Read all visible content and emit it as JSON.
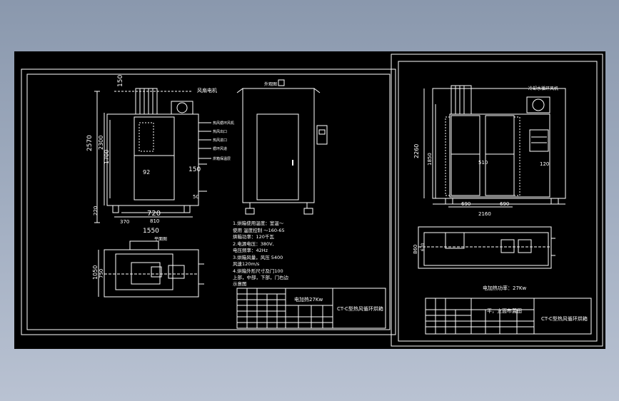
{
  "left_sheet": {
    "top_dims": {
      "d150": "150",
      "wind": "风扇电机",
      "label_fan": "风扇"
    },
    "vertical_dims": {
      "d2570": "2570",
      "d2300": "2300",
      "d1700": "1700",
      "d220": "220"
    },
    "inner_dims": {
      "d92": "92",
      "d150r": "150",
      "d50": "50"
    },
    "bottom_dims": {
      "d720": "720",
      "d810": "810",
      "d370": "370",
      "d1550": "1550"
    },
    "callouts": [
      "热风循环风机",
      "热风出口",
      "热风进口",
      "循环风道",
      "烘箱保温层"
    ],
    "side_title": "外观图",
    "plan_title": "平面图",
    "plan_dims": {
      "d1050": "1050",
      "d750": "750"
    },
    "notes": [
      "1.烘箱使用温度：室温～",
      "   使用 温度控制 ～160-65",
      "   烘箱功率：120千瓦",
      "2.电源电压：380V,",
      "   电压频率：42Hz",
      "3.烘箱风量，风压 5400",
      "   风速120m/s",
      "4.烘箱外形尺寸及门100",
      "   上部，中部，下部，门右边",
      "   示意图"
    ],
    "title_block": {
      "power": "电加热27Kw",
      "model": "CT-C型热风循环烘箱"
    }
  },
  "right_sheet": {
    "top_label": "冷却水循环风机",
    "vertical_dims": {
      "d2260": "2260",
      "d1850": "1850"
    },
    "inner_dims": {
      "d510": "510",
      "d120": "120",
      "d690a": "690",
      "d690b": "690",
      "d2160": "2160"
    },
    "plan_dims": {
      "d860": "860",
      "d670": "670"
    },
    "power_note": "电加热功率：27Kw",
    "title_block": {
      "subtitle": "平，立面布置图",
      "model": "CT-C型热风循环烘箱"
    }
  }
}
